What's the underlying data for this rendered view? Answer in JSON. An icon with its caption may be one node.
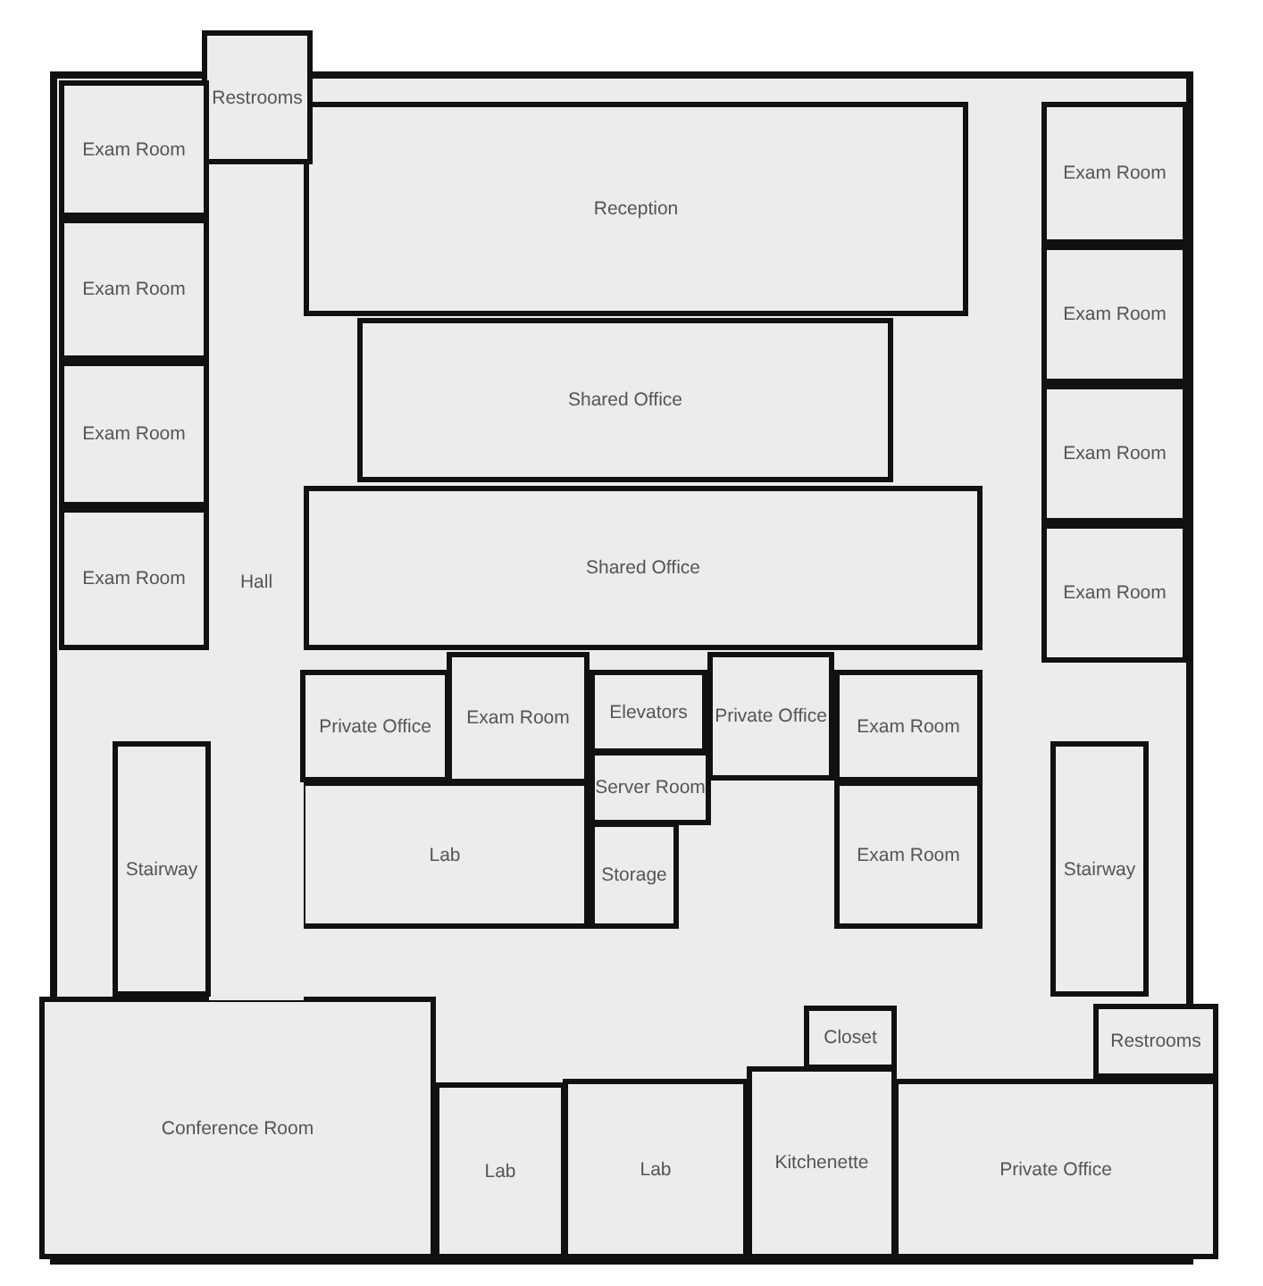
{
  "diagram": {
    "nodes": [
      {
        "text": [
          "Restrooms"
        ]
      },
      {
        "text": [
          "Exam Room"
        ]
      },
      {
        "text": [
          "Reception"
        ]
      },
      {
        "text": [
          "Exam Room"
        ]
      },
      {
        "text": [
          "Exam Room"
        ]
      },
      {
        "text": [
          "Exam Room"
        ]
      },
      {
        "text": [
          "Shared Office"
        ]
      },
      {
        "text": [
          "Exam Room"
        ]
      },
      {
        "text": [
          "Exam Room"
        ]
      },
      {
        "text": [
          "Exam Room"
        ]
      },
      {
        "text": [
          "Shared Office"
        ]
      },
      {
        "text": [
          "Exam Room"
        ]
      },
      {
        "text": [
          "Hall"
        ]
      },
      {
        "text": [
          "Private Office"
        ]
      },
      {
        "text": [
          "Exam Room"
        ]
      },
      {
        "text": [
          "Elevators"
        ]
      },
      {
        "text": [
          "Private Office"
        ]
      },
      {
        "text": [
          "Exam Room"
        ]
      },
      {
        "text": [
          "Server Room"
        ]
      },
      {
        "text": [
          "Stairway"
        ]
      },
      {
        "text": [
          "Lab"
        ]
      },
      {
        "text": [
          "Storage"
        ]
      },
      {
        "text": [
          "Exam Room"
        ]
      },
      {
        "text": [
          "Stairway"
        ]
      },
      {
        "text": [
          "Closet"
        ]
      },
      {
        "text": [
          "Restrooms"
        ]
      },
      {
        "text": [
          "Conference Room"
        ]
      },
      {
        "text": [
          "Lab"
        ]
      },
      {
        "text": [
          "Lab"
        ]
      },
      {
        "text": [
          "Kitchenette"
        ]
      },
      {
        "text": [
          "Private Office"
        ]
      }
    ]
  }
}
